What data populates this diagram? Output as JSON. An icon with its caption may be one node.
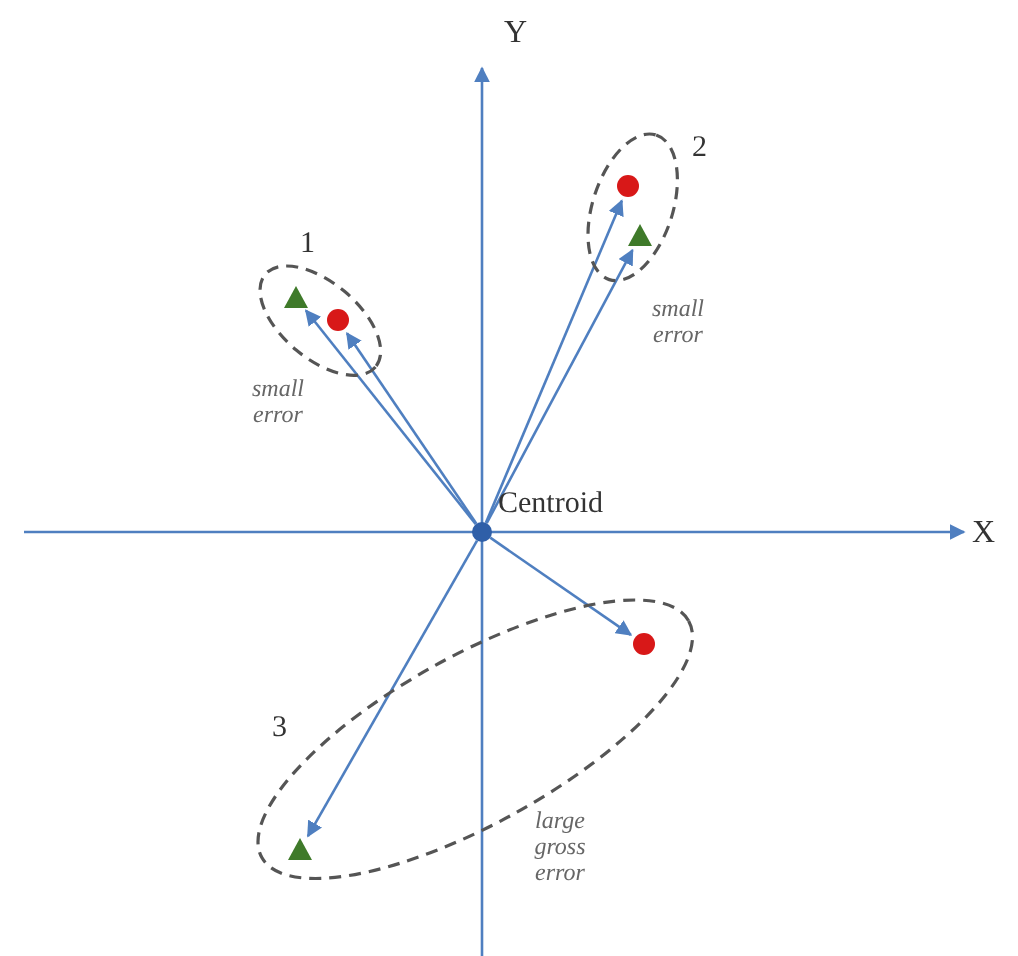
{
  "diagram": {
    "nodes": [
      {
        "text": [
          "1"
        ],
        "beside": [
          "small error"
        ]
      },
      {
        "text": [],
        "shape": "triangle",
        "in": 0
      },
      {
        "text": [],
        "shape": "circle",
        "in": 0
      },
      {
        "text": [
          "2"
        ],
        "beside": [
          "small error"
        ]
      },
      {
        "text": [],
        "shape": "circle",
        "in": 3
      },
      {
        "text": [],
        "shape": "triangle",
        "in": 3
      },
      {
        "text": [
          "Centroid"
        ]
      },
      {
        "text": [
          "3"
        ],
        "beside": [
          "large gross error"
        ]
      },
      {
        "text": [],
        "shape": "circle",
        "in": 7
      },
      {
        "text": [],
        "shape": "triangle",
        "in": 7
      }
    ],
    "edges": [
      {
        "from": 6,
        "to": 1,
        "arrow": "to"
      },
      {
        "from": 6,
        "to": 2,
        "arrow": "to"
      },
      {
        "from": 6,
        "to": 4,
        "arrow": "to"
      },
      {
        "from": 6,
        "to": 5,
        "arrow": "to"
      },
      {
        "from": 6,
        "to": 8,
        "arrow": "to"
      },
      {
        "from": 6,
        "to": 9,
        "arrow": "to"
      }
    ],
    "labels": [
      "Y",
      "X"
    ]
  }
}
